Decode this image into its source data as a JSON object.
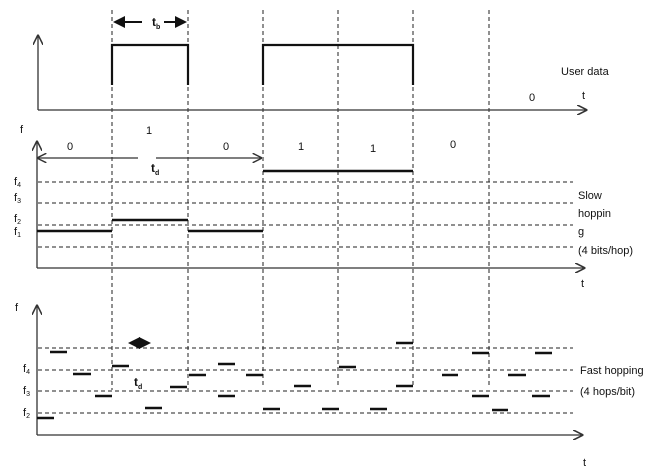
{
  "user_data": {
    "label": "User data",
    "trailing_bit": "0",
    "t_axis": "t",
    "bit_duration": {
      "main": "t",
      "sub": "b"
    }
  },
  "slow_hopping": {
    "f_axis": "f",
    "t_axis": "t",
    "bits": [
      "0",
      "1",
      "0",
      "1",
      "1",
      "0"
    ],
    "dwell": {
      "main": "t",
      "sub": "d"
    },
    "freq_labels": [
      {
        "main": "f",
        "sub": "4"
      },
      {
        "main": "f",
        "sub": "3"
      },
      {
        "main": "f",
        "sub": "2"
      },
      {
        "main": "f",
        "sub": "1"
      }
    ],
    "caption": [
      "Slow",
      "hoppin",
      "g",
      "(4 bits/hop)"
    ]
  },
  "fast_hopping": {
    "f_axis": "f",
    "t_axis": "t",
    "dwell": {
      "main": "t",
      "sub": "d"
    },
    "freq_labels": [
      {
        "main": "f",
        "sub": "4"
      },
      {
        "main": "f",
        "sub": "3"
      },
      {
        "main": "f",
        "sub": "2"
      }
    ],
    "caption": [
      "Fast hopping",
      "(4 hops/bit)"
    ]
  }
}
